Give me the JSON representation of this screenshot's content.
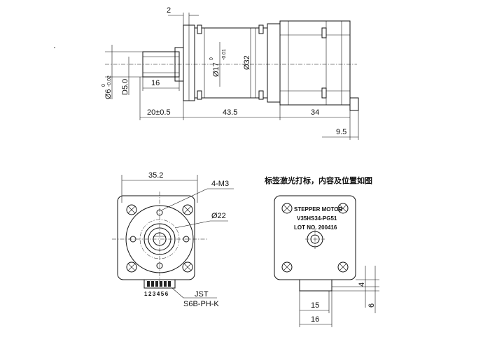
{
  "side_view": {
    "dim_flange_thickness": "2",
    "dim_shaft_dia": "Ø6",
    "dim_shaft_dia_tol": "0",
    "dim_shaft_dia_tol2": "-0.02",
    "dim_shaft_flat": "D5.0",
    "dim_flat_length": "16",
    "dim_shaft_length": "20±0.5",
    "dim_gearbox_length": "43.5",
    "dim_motor_length": "34",
    "dim_connector": "9.5",
    "dim_boss_dia": "Ø17",
    "dim_boss_tol": "0",
    "dim_boss_tol2": "-0.01",
    "dim_gearbox_dia": "Ø32"
  },
  "front_view": {
    "dim_width": "35.2",
    "dim_holes": "4-M3",
    "dim_pcd": "Ø22",
    "connector_pins": "123456",
    "connector_brand": "JST",
    "connector_model": "S6B-PH-K"
  },
  "rear_view": {
    "note": "标签激光打标，内容及位置如图",
    "label_line1": "STEPPER MOTOR",
    "label_line2": "V35HS34-PG51",
    "label_line3": "LOT NO. 200416",
    "dim_connector_w1": "15",
    "dim_connector_w2": "16",
    "dim_connector_h1": "4",
    "dim_connector_h2": "6"
  }
}
